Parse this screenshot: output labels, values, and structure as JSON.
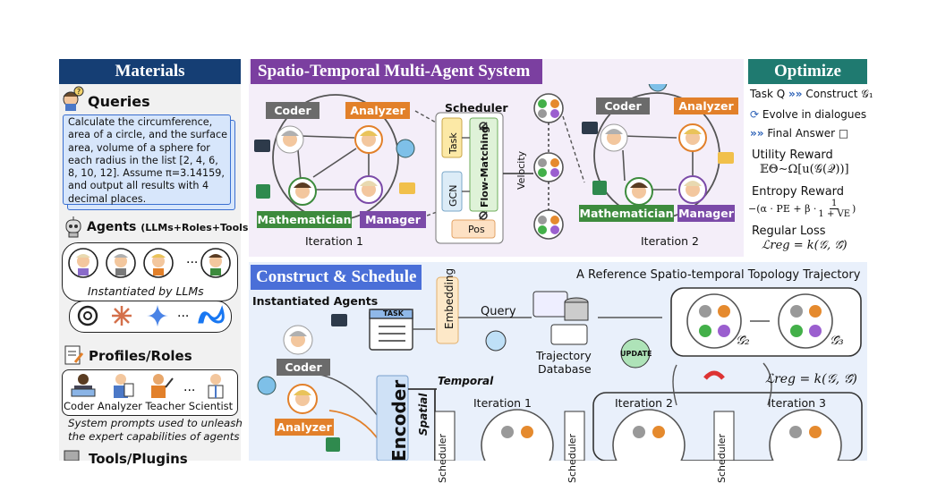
{
  "materials": {
    "title": "Materials",
    "queries_label": "Queries",
    "query_text": "Calculate the circumference, area of a circle, and the surface area, volume of a sphere for each radius in the list [2, 4, 6, 8, 10, 12]. Assume π=3.14159, and output all results with 4 decimal places.",
    "agents_label": "Agents",
    "agents_sub": "(LLMs+Roles+Tools)",
    "instantiated_by": "Instantiated by LLMs",
    "profiles_label": "Profiles/Roles",
    "role_names": [
      "Coder",
      "Analyzer",
      "Teacher",
      "Scientist"
    ],
    "system_prompt_line1": "System prompts used to unleash",
    "system_prompt_line2": "the expert capabilities of agents",
    "tools_label": "Tools/Plugins",
    "ellipsis": "···",
    "ellipsis_short": "..."
  },
  "stmas": {
    "title": "Spatio-Temporal Multi-Agent System",
    "roles": {
      "coder": "Coder",
      "analyzer": "Analyzer",
      "mathematician": "Mathematician",
      "manager": "Manager"
    },
    "scheduler": "Scheduler",
    "task": "Task",
    "gcn": "GCN",
    "flow_matching": "Flow-Matching",
    "pos": "Pos",
    "velocity": "Velocity",
    "iteration1": "Iteration 1",
    "iteration2": "Iteration 2"
  },
  "optimize": {
    "title": "Optimize",
    "line1_a": "Task Q",
    "line1_b": "Construct",
    "line1_c": "𝒢₁",
    "line2": "Evolve in dialogues",
    "line3": "Final Answer",
    "utility_label": "Utility Reward",
    "utility_formula": "𝔼Θ∼Ω[u(𝒢(𝒬))]",
    "entropy_label": "Entropy Reward",
    "entropy_prefix": "−(α · PE + β ·",
    "entropy_num": "1",
    "entropy_den": "1 + VE",
    "entropy_suffix": ")",
    "regular_label": "Regular Loss",
    "regular_formula": "ℒreg = k(𝒢, 𝒢̂)"
  },
  "construct": {
    "title": "Construct & Schedule",
    "reference": "A Reference Spatio-temporal Topology Trajectory",
    "instantiated_agents": "Instantiated Agents",
    "coder": "Coder",
    "analyzer": "Analyzer",
    "task": "TASK",
    "embedding": "Embedding",
    "query": "Query",
    "trajectory_db_1": "Trajectory",
    "trajectory_db_2": "Database",
    "update": "UPDATE",
    "g2": "𝒢̂₂",
    "g3": "𝒢̂₃",
    "loss": "ℒreg = k(𝒢, 𝒢̂)",
    "encoder": "Encoder",
    "temporal": "Temporal",
    "spatial": "Spatial",
    "scheduler": "Scheduler",
    "iteration1": "Iteration 1",
    "iteration2": "Iteration 2",
    "iteration3": "Iteration 3"
  },
  "colors": {
    "materials_header": "#153e74",
    "stmas_header": "#7b3fa0",
    "optimize_header": "#1f7a70",
    "construct_header": "#4a6fd8",
    "coder": "#6b6b6b",
    "analyzer": "#e2802a",
    "mathematician": "#3d8b3d",
    "manager": "#7b4aa8"
  }
}
